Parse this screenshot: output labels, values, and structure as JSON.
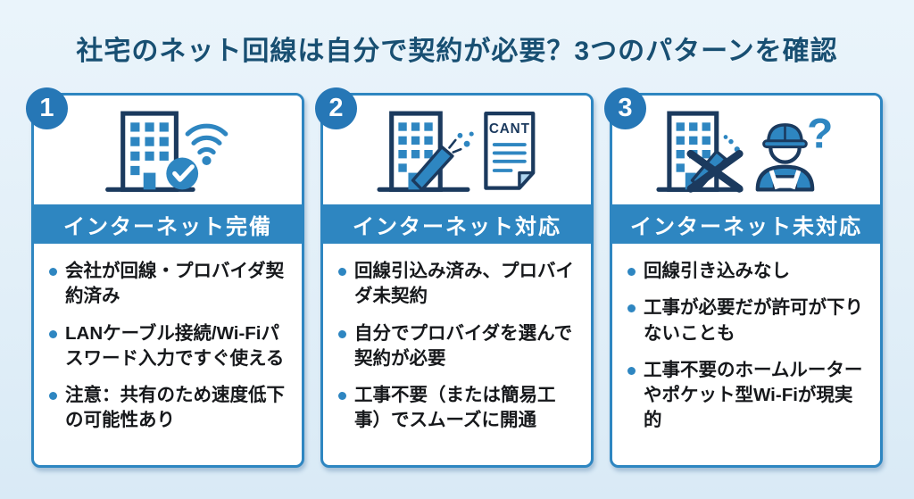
{
  "page": {
    "title": "社宅のネット回線は自分で契約が必要？3つのパターンを確認",
    "background_color": "#e2eff8",
    "title_color": "#184f72",
    "accent_color": "#2e86c1",
    "badge_color": "#2677b6",
    "icon_navy": "#1b3a5e"
  },
  "cards": [
    {
      "number": "1",
      "header": "インターネット完備",
      "icon": "building-wifi-check-icon",
      "bullets": [
        "会社が回線・プロバイダ契約済み",
        "LANケーブル接続/Wi-Fiパスワード入力ですぐ使える",
        "注意：共有のため速度低下の可能性あり"
      ]
    },
    {
      "number": "2",
      "header": "インターネット対応",
      "icon": "building-cable-contract-icon",
      "icon_text": "CANT",
      "bullets": [
        "回線引込み済み、プロバイダ未契約",
        "自分でプロバイダを選んで契約が必要",
        "工事不要（または簡易工事）でスムーズに開通"
      ]
    },
    {
      "number": "3",
      "header": "インターネット未対応",
      "icon": "building-no-cable-worker-icon",
      "icon_text": "?",
      "bullets": [
        "回線引き込みなし",
        "工事が必要だが許可が下りないことも",
        "工事不要のホームルーターやポケット型Wi-Fiが現実的"
      ]
    }
  ]
}
